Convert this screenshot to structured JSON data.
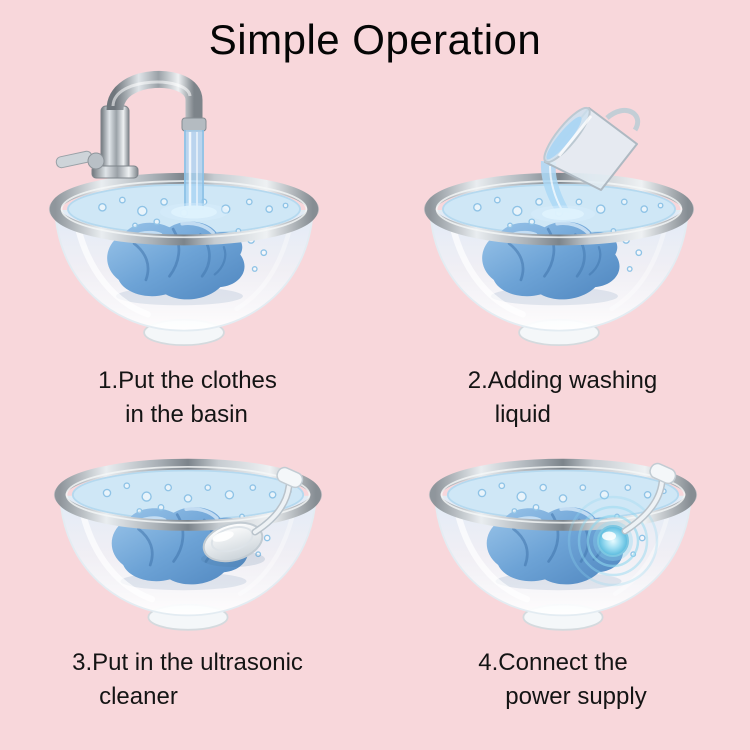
{
  "title": "Simple Operation",
  "palette": {
    "bg": "#f8d7db",
    "title-color": "#050505",
    "caption-color": "#141414",
    "water-blue": "#cfe7f6",
    "cloth-blue": "#5f94c9",
    "metal-silver": "#b9bfc5",
    "glow-cyan": "#6fc8e6"
  },
  "steps": [
    {
      "id": 1,
      "line1": "1.Put the clothes",
      "line2": "in the basin",
      "illustration": "faucet-filling-basin"
    },
    {
      "id": 2,
      "line1": "2.Adding washing",
      "line2": "liquid",
      "illustration": "cup-pouring-liquid"
    },
    {
      "id": 3,
      "line1": "3.Put in the ultrasonic",
      "line2": "cleaner",
      "illustration": "ultrasonic-disc-in-basin"
    },
    {
      "id": 4,
      "line1": "4.Connect the",
      "line2": "power supply",
      "illustration": "powered-device-in-basin"
    }
  ]
}
